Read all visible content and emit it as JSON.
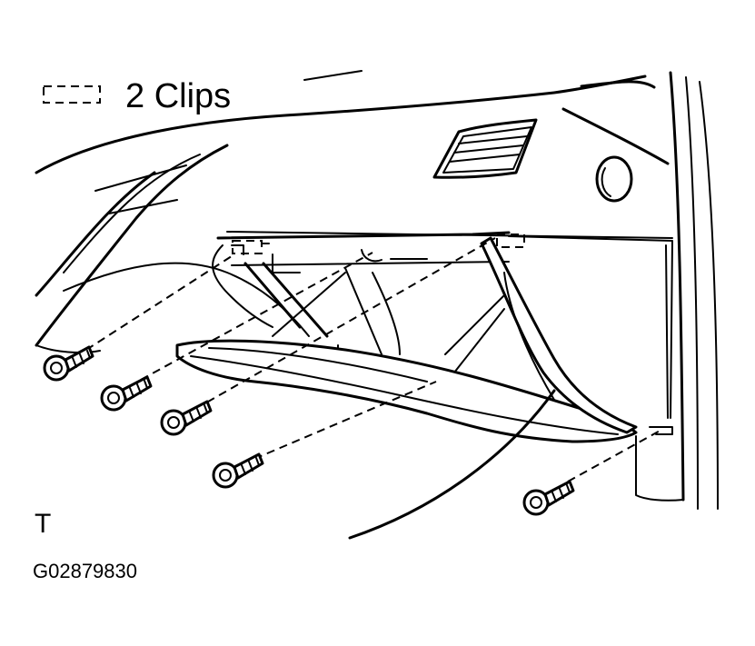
{
  "legend": {
    "clip_symbol_icon": "dashed-rectangle-icon",
    "clip_text": "2 Clips"
  },
  "corner_mark": "T",
  "figure_id": "G02879830",
  "colors": {
    "line": "#000000",
    "background": "#ffffff"
  }
}
